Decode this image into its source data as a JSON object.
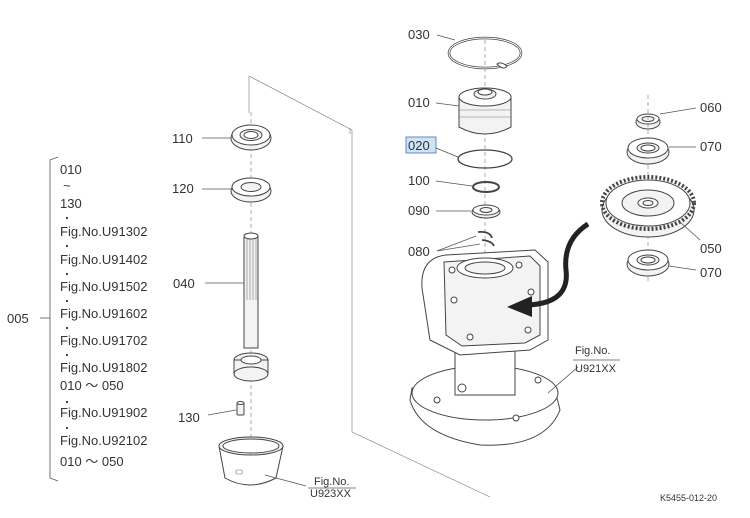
{
  "group_bracket": {
    "label": "005",
    "entries": [
      "010",
      "~",
      "130",
      "Fig.No.U91302",
      "Fig.No.U91402",
      "Fig.No.U91502",
      "Fig.No.U91602",
      "Fig.No.U91702",
      "Fig.No.U91802",
      "010 ～ 050",
      "Fig.No.U91902",
      "Fig.No.U92102",
      "010 ～ 050"
    ]
  },
  "left_callouts": {
    "c110": "110",
    "c120": "120",
    "c040": "040",
    "c130": "130"
  },
  "right_callouts": {
    "c030": "030",
    "c010": "010",
    "c020": "020",
    "c100": "100",
    "c090": "090",
    "c080": "080",
    "c060": "060",
    "c070a": "070",
    "c050": "050",
    "c070b": "070"
  },
  "figure_refs": {
    "ref1_line1": "Fig.No.",
    "ref1_line2": "U923XX",
    "ref2_line1": "Fig.No.",
    "ref2_line2": "U921XX"
  },
  "drawing_code": "K5455-012-20",
  "colors": {
    "highlight": "#cfe3f7",
    "line": "#444444"
  }
}
